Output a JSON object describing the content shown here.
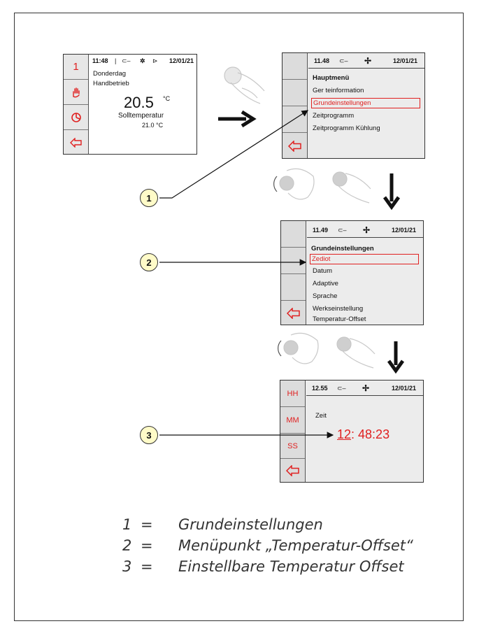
{
  "screen1": {
    "time": "11:48",
    "date": "12/01/21",
    "side_buttons": [
      "1",
      "hand-icon",
      "clock-icon",
      "back-arrow-icon"
    ],
    "day": "Donderdag",
    "mode": "Handbetrieb",
    "temperature": "20.5",
    "unit": "°C",
    "setpoint_label": "Solltemperatur",
    "setpoint_value": "21.0 °C"
  },
  "screen2": {
    "time": "11.48",
    "date": "12/01/21",
    "title": "Hauptmenü",
    "items": [
      "Ger teinformation",
      "Grundeinstellungen",
      "Zeitprogramm",
      "Zeitprogramm Kühlung"
    ],
    "selected": "Grundeinstellungen"
  },
  "screen3": {
    "time": "11.49",
    "date": "12/01/21",
    "title": "Grundeinstellungen",
    "items": [
      "Zediot",
      "Datum",
      "Adaptive",
      "Sprache",
      "Werkseinstellung",
      "Temperatur-Offset"
    ],
    "selected": "Zediot"
  },
  "screen4": {
    "time": "12.55",
    "date": "12/01/21",
    "side_labels": [
      "HH",
      "MM",
      "SS"
    ],
    "label": "Zeit",
    "hours": "12",
    "rest": ": 48:23"
  },
  "callouts": [
    "1",
    "2",
    "3"
  ],
  "legend": [
    {
      "num": "1",
      "eq": "=",
      "text": "Grundeinstellungen"
    },
    {
      "num": "2",
      "eq": "=",
      "text": "Menüpunkt „Temperatur-Offset“"
    },
    {
      "num": "3",
      "eq": "=",
      "text": "Einstellbare Temperatur Offset"
    }
  ],
  "colors": {
    "accent": "#e02020",
    "callout_fill": "#fffbc8"
  }
}
